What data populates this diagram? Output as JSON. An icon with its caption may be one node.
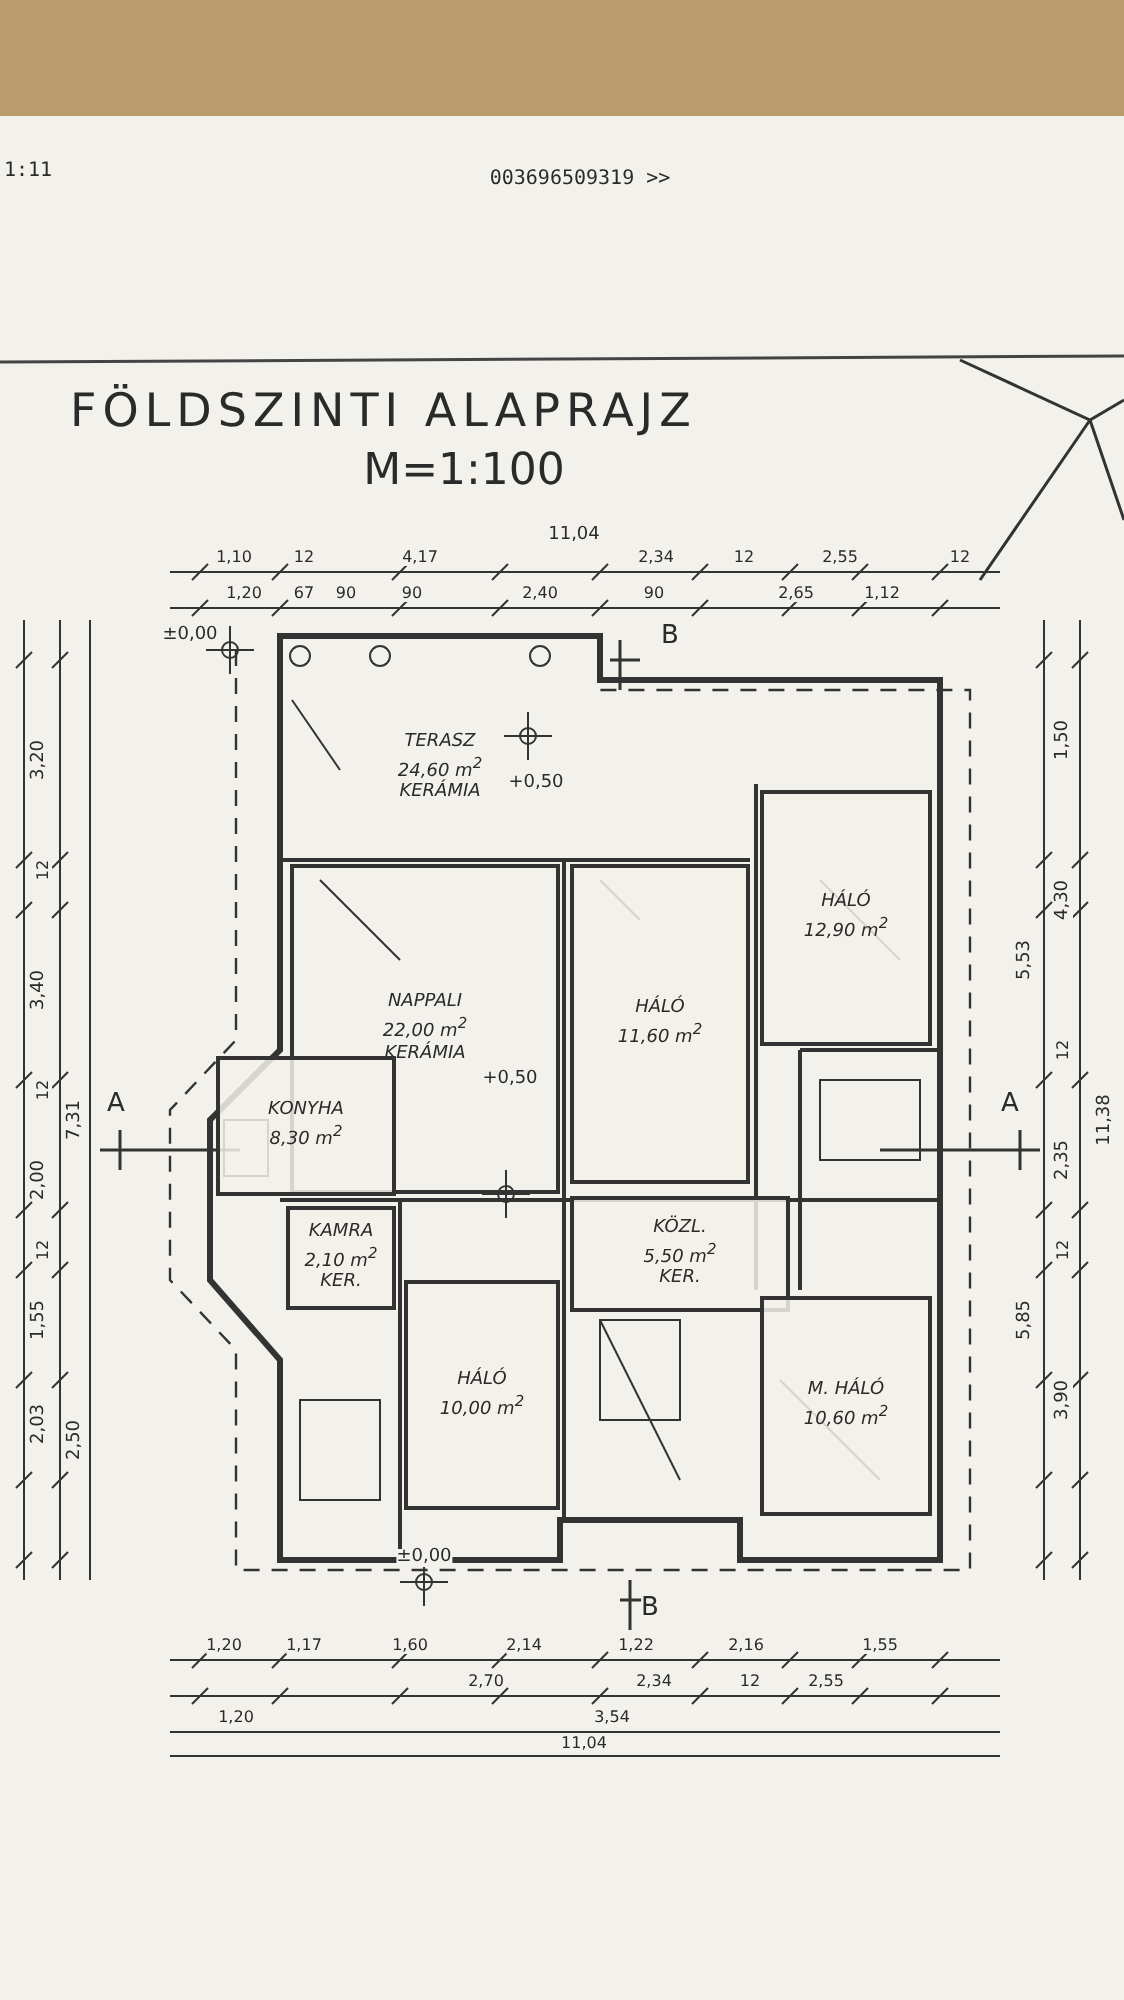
{
  "diagram": {
    "title": "FÖLDSZINTI ALAPRAJZ",
    "nodes": [
      {
        "text": [
          "TERASZ",
          "24,60 m$^{2}$",
          "KERÁMIA"
        ]
      },
      {
        "text": [
          "NAPPALI",
          "22,00 m$^{2}$",
          "KERÁMIA"
        ]
      },
      {
        "text": [
          "HÁLÓ",
          "11,60 m$^{2}$"
        ]
      },
      {
        "text": [
          "HÁLÓ",
          "12,90 m$^{2}$"
        ]
      },
      {
        "text": [
          "KONYHA",
          "8,30 m$^{2}$"
        ]
      },
      {
        "text": [
          "KÖZL.",
          "5,50 m$^{2}$",
          "KER."
        ]
      },
      {
        "text": [
          "KAMRA",
          "2,10 m$^{2}$",
          "KER."
        ]
      },
      {
        "text": [
          "HÁLÓ",
          "10,00 m$^{2}$"
        ]
      },
      {
        "text": [
          "M. HÁLÓ",
          "10,60 m$^{2}$"
        ]
      }
    ],
    "labels": [
      "1:11",
      "003696509319 >>",
      "M=1:100",
      "11,04",
      "1,10",
      "12",
      "4,17",
      "2,34",
      "12",
      "2,55",
      "12",
      "1,20",
      "67",
      "90",
      "90",
      "2,40",
      "90",
      "2,65",
      "1,12",
      "3,20",
      "12",
      "3,40",
      "12",
      "2,00",
      "12",
      "1,55",
      "2,03",
      "2,50",
      "7,31",
      "1,50",
      "4,30",
      "12",
      "2,35",
      "12",
      "3,90",
      "5,53",
      "5,85",
      "11,38",
      "1,20",
      "1,17",
      "1,60",
      "2,14",
      "1,22",
      "2,16",
      "1,55",
      "2,70",
      "2,34",
      "12",
      "2,55",
      "1,20",
      "3,54",
      "11,04",
      "±0,00",
      "+0,50",
      "+0,50",
      "±0,00",
      "A",
      "A",
      "B",
      "B"
    ]
  }
}
